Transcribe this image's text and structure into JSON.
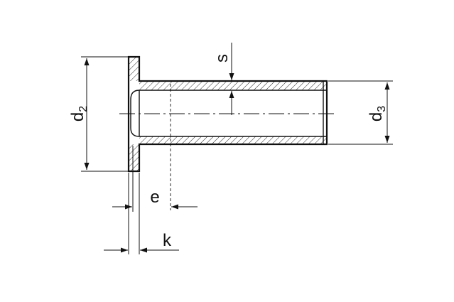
{
  "drawing": {
    "labels": {
      "d2": {
        "main": "d",
        "sub": "2"
      },
      "d3": {
        "main": "d",
        "sub": "3"
      },
      "s": "s",
      "e": "e",
      "k": "k"
    },
    "colors": {
      "line": "#111111",
      "background": "#ffffff"
    }
  }
}
